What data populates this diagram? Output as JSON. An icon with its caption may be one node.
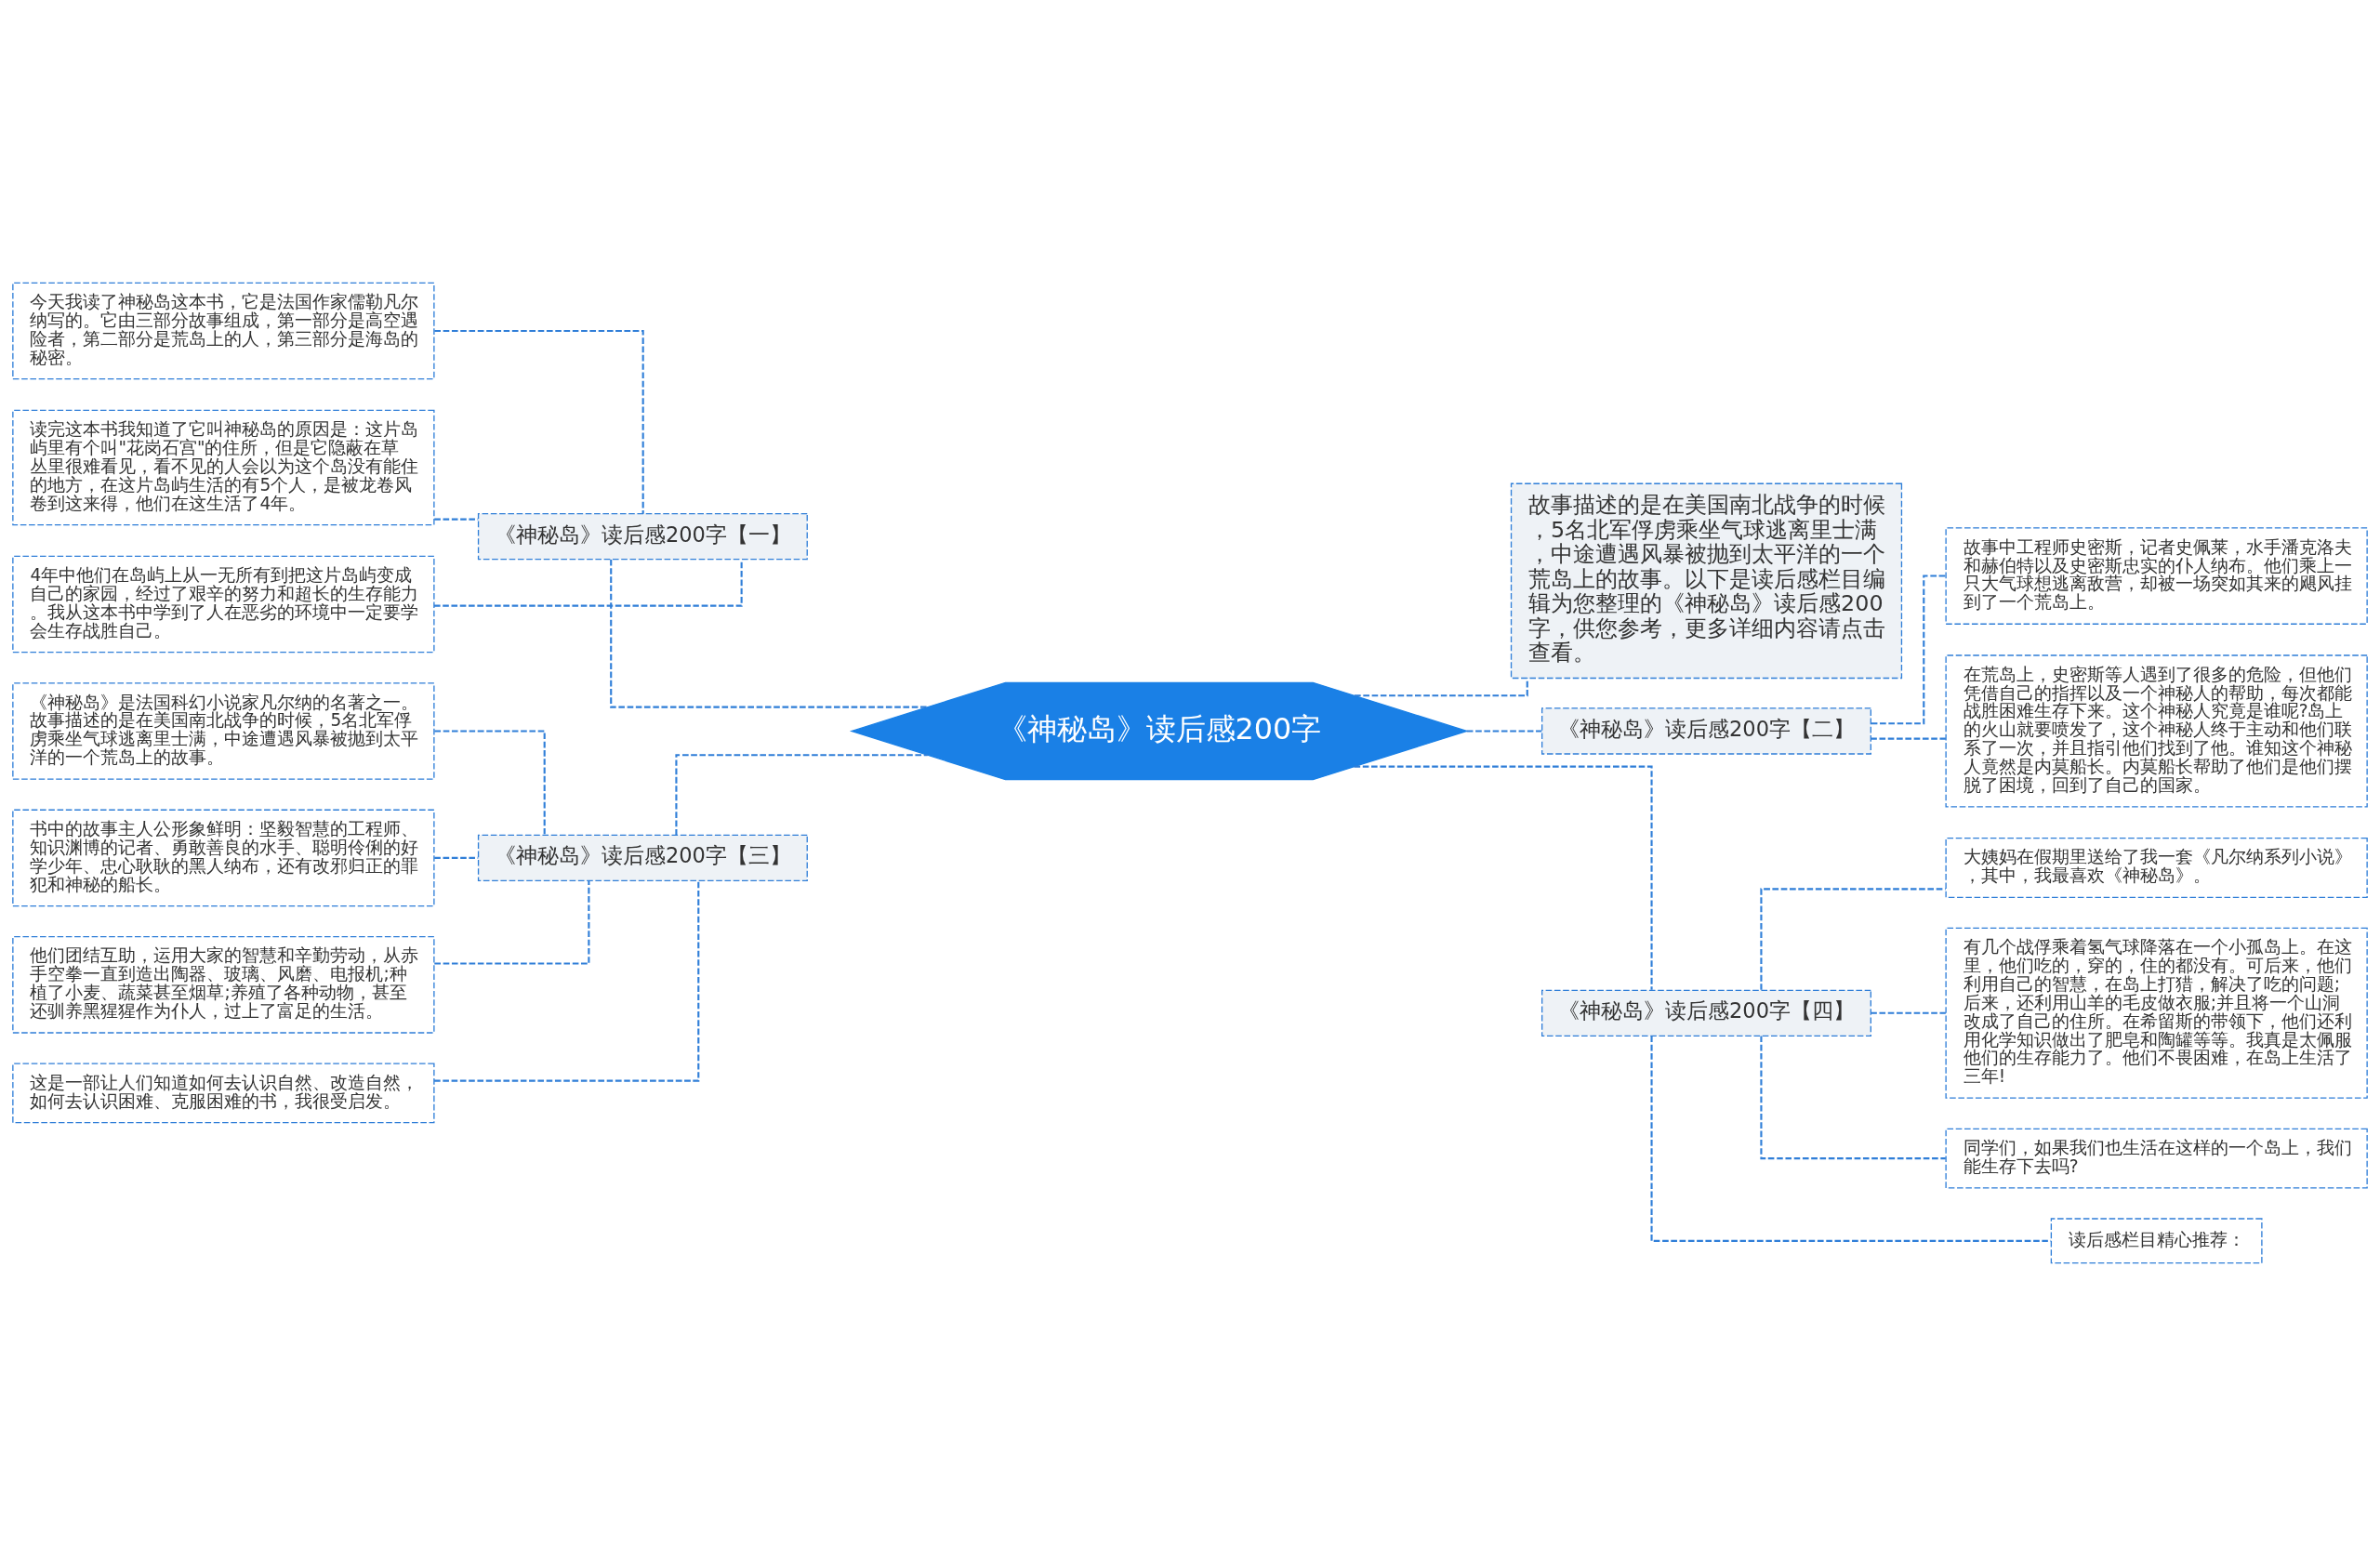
{
  "diagram": {
    "nodes": [
      {
        "text": [
          "《神秘岛》读后感200字"
        ]
      },
      {
        "text": [
          "《神秘岛》读后感200字【一】"
        ]
      },
      {
        "text": [
          "今天我读了神秘岛这本书，它是法国作家儒勒凡尔纳写的。它由三部分故事组成，第一部分是高空遇险者，第二部分是荒岛上的人，第三部分是海岛的秘密。"
        ]
      },
      {
        "text": [
          "读完这本书我知道了它叫神秘岛的原因是：这片岛屿里有个叫\"花岗石宫\"的住所，但是它隐蔽在草丛里很难看见，看不见的人会以为这个岛没有能住的地方，在这片岛屿生活的有5个人，是被龙卷风卷到这来得，他们在这生活了4年。"
        ]
      },
      {
        "text": [
          "4年中他们在岛屿上从一无所有到把这片岛屿变成自己的家园，经过了艰辛的努力和超长的生存能力。我从这本书中学到了人在恶劣的环境中一定要学会生存战胜自己。"
        ]
      },
      {
        "text": [
          "故事描述的是在美国南北战争的时候，5名北军俘虏乘坐气球逃离里士满，中途遭遇风暴被抛到太平洋的一个荒岛上的故事。以下是读后感栏目编辑为您整理的《神秘岛》读后感200字，供您参考，更多详细内容请点击查看。"
        ]
      },
      {
        "text": [
          "《神秘岛》读后感200字【二】"
        ]
      },
      {
        "text": [
          "故事中工程师史密斯，记者史佩莱，水手潘克洛夫和赫伯特以及史密斯忠实的仆人纳布。他们乘上一只大气球想逃离敌营，却被一场突如其来的飓风挂到了一个荒岛上。"
        ]
      },
      {
        "text": [
          "在荒岛上，史密斯等人遇到了很多的危险，但他们凭借自己的指挥以及一个神秘人的帮助，每次都能战胜困难生存下来。这个神秘人究竟是谁呢?岛上的火山就要喷发了，这个神秘人终于主动和他们联系了一次，并且指引他们找到了他。谁知这个神秘人竟然是内莫船长。内莫船长帮助了他们是他们摆脱了困境，回到了自己的国家。"
        ]
      },
      {
        "text": [
          "《神秘岛》读后感200字【三】"
        ]
      },
      {
        "text": [
          "《神秘岛》是法国科幻小说家凡尔纳的名著之一。故事描述的是在美国南北战争的时候，5名北军俘虏乘坐气球逃离里士满，中途遭遇风暴被抛到太平洋的一个荒岛上的故事。"
        ]
      },
      {
        "text": [
          "书中的故事主人公形象鲜明：坚毅智慧的工程师、知识渊博的记者、勇敢善良的水手、聪明伶俐的好学少年、忠心耿耿的黑人纳布，还有改邪归正的罪犯和神秘的船长。"
        ]
      },
      {
        "text": [
          "他们团结互助，运用大家的智慧和辛勤劳动，从赤手空拳一直到造出陶器、玻璃、风磨、电报机;种植了小麦、蔬菜甚至烟草;养殖了各种动物，甚至还驯养黑猩猩作为仆人，过上了富足的生活。"
        ]
      },
      {
        "text": [
          "这是一部让人们知道如何去认识自然、改造自然，如何去认识困难、克服困难的书，我很受启发。"
        ]
      },
      {
        "text": [
          "《神秘岛》读后感200字【四】"
        ]
      },
      {
        "text": [
          "大姨妈在假期里送给了我一套《凡尔纳系列小说》，其中，我最喜欢《神秘岛》。"
        ]
      },
      {
        "text": [
          "有几个战俘乘着氢气球降落在一个小孤岛上。在这里，他们吃的，穿的，住的都没有。可后来，他们利用自己的智慧，在岛上打猎，解决了吃的问题;后来，还利用山羊的毛皮做衣服;并且将一个山洞改成了自己的住所。在希留斯的带领下，他们还利用化学知识做出了肥皂和陶罐等等。我真是太佩服他们的生存能力了。他们不畏困难，在岛上生活了三年!"
        ]
      },
      {
        "text": [
          "同学们，如果我们也生活在这样的一个岛上，我们能生存下去吗?"
        ]
      },
      {
        "text": [
          "读后感栏目精心推荐："
        ]
      }
    ],
    "edges": [
      {
        "from": 0,
        "to": 1,
        "arrow": "none",
        "style": "dashed"
      },
      {
        "from": 1,
        "to": 2,
        "arrow": "none",
        "style": "dashed"
      },
      {
        "from": 1,
        "to": 3,
        "arrow": "none",
        "style": "dashed"
      },
      {
        "from": 1,
        "to": 4,
        "arrow": "none",
        "style": "dashed"
      },
      {
        "from": 0,
        "to": 5,
        "arrow": "none",
        "style": "dashed"
      },
      {
        "from": 0,
        "to": 6,
        "arrow": "none",
        "style": "dashed"
      },
      {
        "from": 6,
        "to": 7,
        "arrow": "none",
        "style": "dashed"
      },
      {
        "from": 6,
        "to": 8,
        "arrow": "none",
        "style": "dashed"
      },
      {
        "from": 0,
        "to": 9,
        "arrow": "none",
        "style": "dashed"
      },
      {
        "from": 9,
        "to": 10,
        "arrow": "none",
        "style": "dashed"
      },
      {
        "from": 9,
        "to": 11,
        "arrow": "none",
        "style": "dashed"
      },
      {
        "from": 9,
        "to": 12,
        "arrow": "none",
        "style": "dashed"
      },
      {
        "from": 9,
        "to": 13,
        "arrow": "none",
        "style": "dashed"
      },
      {
        "from": 0,
        "to": 14,
        "arrow": "none",
        "style": "dashed"
      },
      {
        "from": 14,
        "to": 15,
        "arrow": "none",
        "style": "dashed"
      },
      {
        "from": 14,
        "to": 16,
        "arrow": "none",
        "style": "dashed"
      },
      {
        "from": 14,
        "to": 17,
        "arrow": "none",
        "style": "dashed"
      },
      {
        "from": 14,
        "to": 18,
        "arrow": "none",
        "style": "dashed"
      }
    ]
  }
}
